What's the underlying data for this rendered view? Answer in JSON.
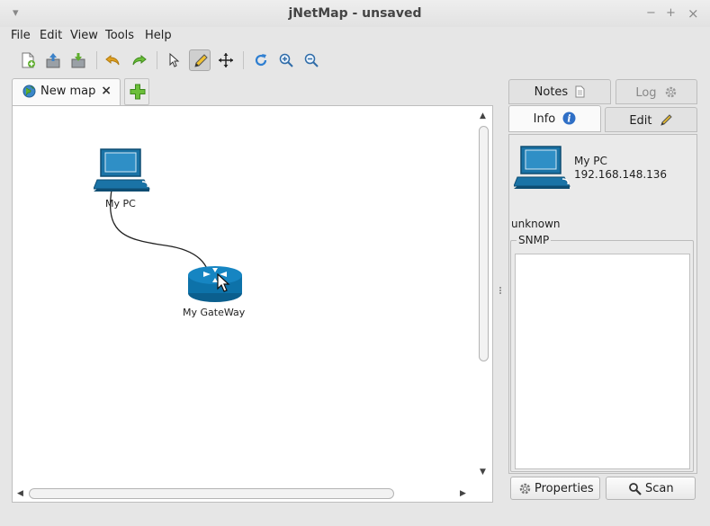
{
  "window": {
    "title": "jNetMap - unsaved",
    "minimize": "−",
    "maximize": "+",
    "close": "×"
  },
  "menu": [
    "File",
    "Edit",
    "View",
    "Tools",
    "Help"
  ],
  "toolbar": {
    "icons": [
      "new-map-icon",
      "open-icon",
      "save-icon",
      "undo-icon",
      "redo-icon",
      "select-pointer-icon",
      "draw-link-pencil-icon",
      "move-icon",
      "refresh-icon",
      "zoom-in-icon",
      "zoom-out-icon"
    ],
    "active_tool": "draw-link-pencil-icon"
  },
  "map_tabs": [
    {
      "label": "New map",
      "close": "×",
      "icon": "globe-icon"
    }
  ],
  "map": {
    "nodes": [
      {
        "label": "My PC",
        "icon": "computer-icon"
      },
      {
        "label": "My GateWay",
        "icon": "router-icon"
      }
    ]
  },
  "side_tabs": {
    "row1": [
      {
        "label": "Notes",
        "icon": "document-icon"
      },
      {
        "label": "Log",
        "icon": "gear-icon"
      }
    ],
    "row2": [
      {
        "label": "Info",
        "icon": "info-icon"
      },
      {
        "label": "Edit",
        "icon": "pencil-icon"
      }
    ],
    "selected": "Info"
  },
  "info": {
    "name": "My PC",
    "ip": "192.168.148.136",
    "status": "unknown",
    "snmp_legend": "SNMP"
  },
  "buttons": {
    "properties": "Properties",
    "scan": "Scan"
  },
  "colors": {
    "device_blue": "#1a73a6",
    "router_blue": "#0d72a9",
    "add_green": "#5fae2e"
  }
}
